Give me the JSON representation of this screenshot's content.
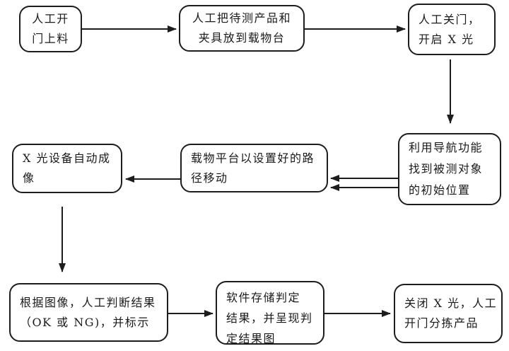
{
  "colors": {
    "background": "#ffffff",
    "line": "#1d1d1d",
    "text": "#1a1a1a"
  },
  "flow": {
    "nodes": [
      {
        "id": "manual-open-door-load",
        "text": "人工开门上料",
        "lines": [
          "人工开",
          "门上料"
        ]
      },
      {
        "id": "place-product-on-stage",
        "text": "人工把待测产品和夹具放到载物台",
        "lines": [
          "人工把待测产品和",
          "夹具放到载物台"
        ]
      },
      {
        "id": "close-door-start-xray",
        "text": "人工关门，开启 X 光",
        "lines": [
          "人工关门，",
          "开启 X 光"
        ]
      },
      {
        "id": "navigate-to-initial-position",
        "text": "利用导航功能找到被测对象的初始位置",
        "lines": [
          "利用导航功能",
          "找到被测对象",
          "的初始位置"
        ]
      },
      {
        "id": "stage-moves-on-set-path",
        "text": "载物平台以设置好的路径移动",
        "lines": [
          "载物平台以设置好的路",
          "径移动"
        ]
      },
      {
        "id": "xray-auto-imaging",
        "text": "X 光设备自动成像",
        "lines": [
          "X 光设备自动成",
          "像"
        ]
      },
      {
        "id": "manual-judge-result",
        "text": "根据图像，人工判断结果（OK 或 NG)，并标示",
        "lines": [
          "根据图像，人工判断结果",
          "（OK 或 NG)，并标示"
        ]
      },
      {
        "id": "software-store-result",
        "text": "软件存储判定结果，并呈现判定结果图",
        "lines": [
          "软件存储判定",
          "结果，并呈现判",
          "定结果图"
        ]
      },
      {
        "id": "close-xray-sort-product",
        "text": "关闭 X 光，人工开门分拣产品",
        "lines": [
          "关闭 X 光，人工",
          "开门分拣产品"
        ]
      }
    ],
    "edges": [
      {
        "from": "manual-open-door-load",
        "to": "place-product-on-stage"
      },
      {
        "from": "place-product-on-stage",
        "to": "close-door-start-xray"
      },
      {
        "from": "close-door-start-xray",
        "to": "navigate-to-initial-position"
      },
      {
        "from": "navigate-to-initial-position",
        "to": "stage-moves-on-set-path",
        "style": "double-line-upper"
      },
      {
        "from": "navigate-to-initial-position",
        "to": "stage-moves-on-set-path",
        "style": "double-line-lower"
      },
      {
        "from": "stage-moves-on-set-path",
        "to": "xray-auto-imaging"
      },
      {
        "from": "xray-auto-imaging",
        "to": "manual-judge-result"
      },
      {
        "from": "manual-judge-result",
        "to": "software-store-result"
      },
      {
        "from": "software-store-result",
        "to": "close-xray-sort-product"
      }
    ]
  }
}
